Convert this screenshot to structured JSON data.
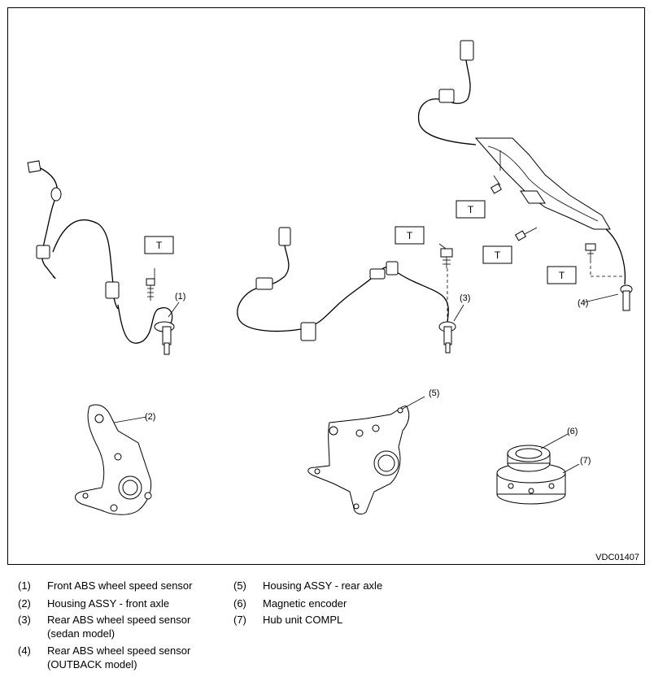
{
  "figure": {
    "code": "VDC01407",
    "torque_mark": "T",
    "callouts": [
      "(1)",
      "(2)",
      "(3)",
      "(4)",
      "(5)",
      "(6)",
      "(7)"
    ]
  },
  "legend": [
    {
      "num": "(1)",
      "text": "Front ABS wheel speed sensor"
    },
    {
      "num": "(2)",
      "text": "Housing ASSY - front axle"
    },
    {
      "num": "(3)",
      "text": "Rear ABS wheel speed sensor (sedan model)"
    },
    {
      "num": "(4)",
      "text": "Rear ABS wheel speed sensor (OUTBACK model)"
    },
    {
      "num": "(5)",
      "text": "Housing ASSY - rear axle"
    },
    {
      "num": "(6)",
      "text": "Magnetic encoder"
    },
    {
      "num": "(7)",
      "text": "Hub unit COMPL"
    }
  ]
}
